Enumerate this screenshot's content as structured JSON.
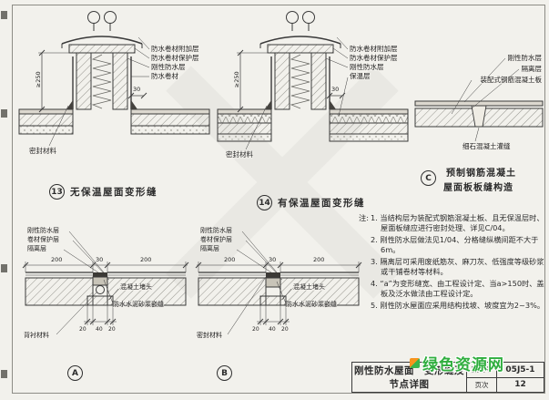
{
  "sheet": {
    "title": "刚性防水屋面　变形缝及节点详图",
    "atlas_label": "图集号",
    "atlas_no": "05J5-1",
    "page_label": "页次",
    "page_no": "12"
  },
  "watermark": {
    "site_name": "绿色资源网"
  },
  "d13": {
    "num": "13",
    "caption": "无保温屋面变形缝",
    "l1": "防水卷材附加层",
    "l2": "防水卷材保护层",
    "l3": "刚性防水层",
    "l4": "防水卷材",
    "seal": "密封材料",
    "dim_h": "≥250",
    "dim_30": "30"
  },
  "d14": {
    "num": "14",
    "caption": "有保温屋面变形缝",
    "l1": "防水卷材附加层",
    "l2": "防水卷材保护层",
    "l3": "刚性防水层",
    "l4": "保温层",
    "seal": "密封材料",
    "dim_h": "≥250",
    "dim_30": "30"
  },
  "dc": {
    "num": "C",
    "caption1": "预制钢筋混凝土",
    "caption2": "屋面板板缝构造",
    "l1": "刚性防水层",
    "l2": "隔离层",
    "l3": "装配式钢筋混凝土板",
    "l4": "细石混凝土灌缝"
  },
  "da": {
    "num": "A",
    "l1": "刚性防水层",
    "l2": "卷材保护层",
    "l3": "隔离层",
    "l4": "混凝土堵头",
    "l5": "防水水泥砂浆嵌缝",
    "l6": "背衬材料",
    "t1": "200",
    "t2": "30",
    "t3": "200",
    "b1": "20",
    "b2": "40",
    "b3": "20"
  },
  "db": {
    "num": "B",
    "l1": "刚性防水层",
    "l2": "卷材保护层",
    "l3": "隔离层",
    "l4": "混凝土堵头",
    "l5": "防水水泥砂浆嵌缝",
    "l6": "密封材料",
    "t1": "200",
    "t2": "30",
    "t3": "200",
    "b1": "20",
    "b2": "40",
    "b3": "20"
  },
  "notes": {
    "head": "注:",
    "items": [
      "1. 当结构层为装配式钢筋混凝土板、且无保温层时、屋面板缝应进行密封处理、详见C/04。",
      "2. 刚性防水层做法见1/04、分格缝纵横间距不大于6m。",
      "3. 隔离层可采用废纸筋灰、麻刀灰、低强度等级砂浆或干铺卷材等材料。",
      "4. “a”为变形缝宽、由工程设计定、当a>150时、盖板及泛水做法由工程设计定。",
      "5. 刚性防水屋面应采用结构找坡、坡度宜为2~3%。"
    ]
  }
}
